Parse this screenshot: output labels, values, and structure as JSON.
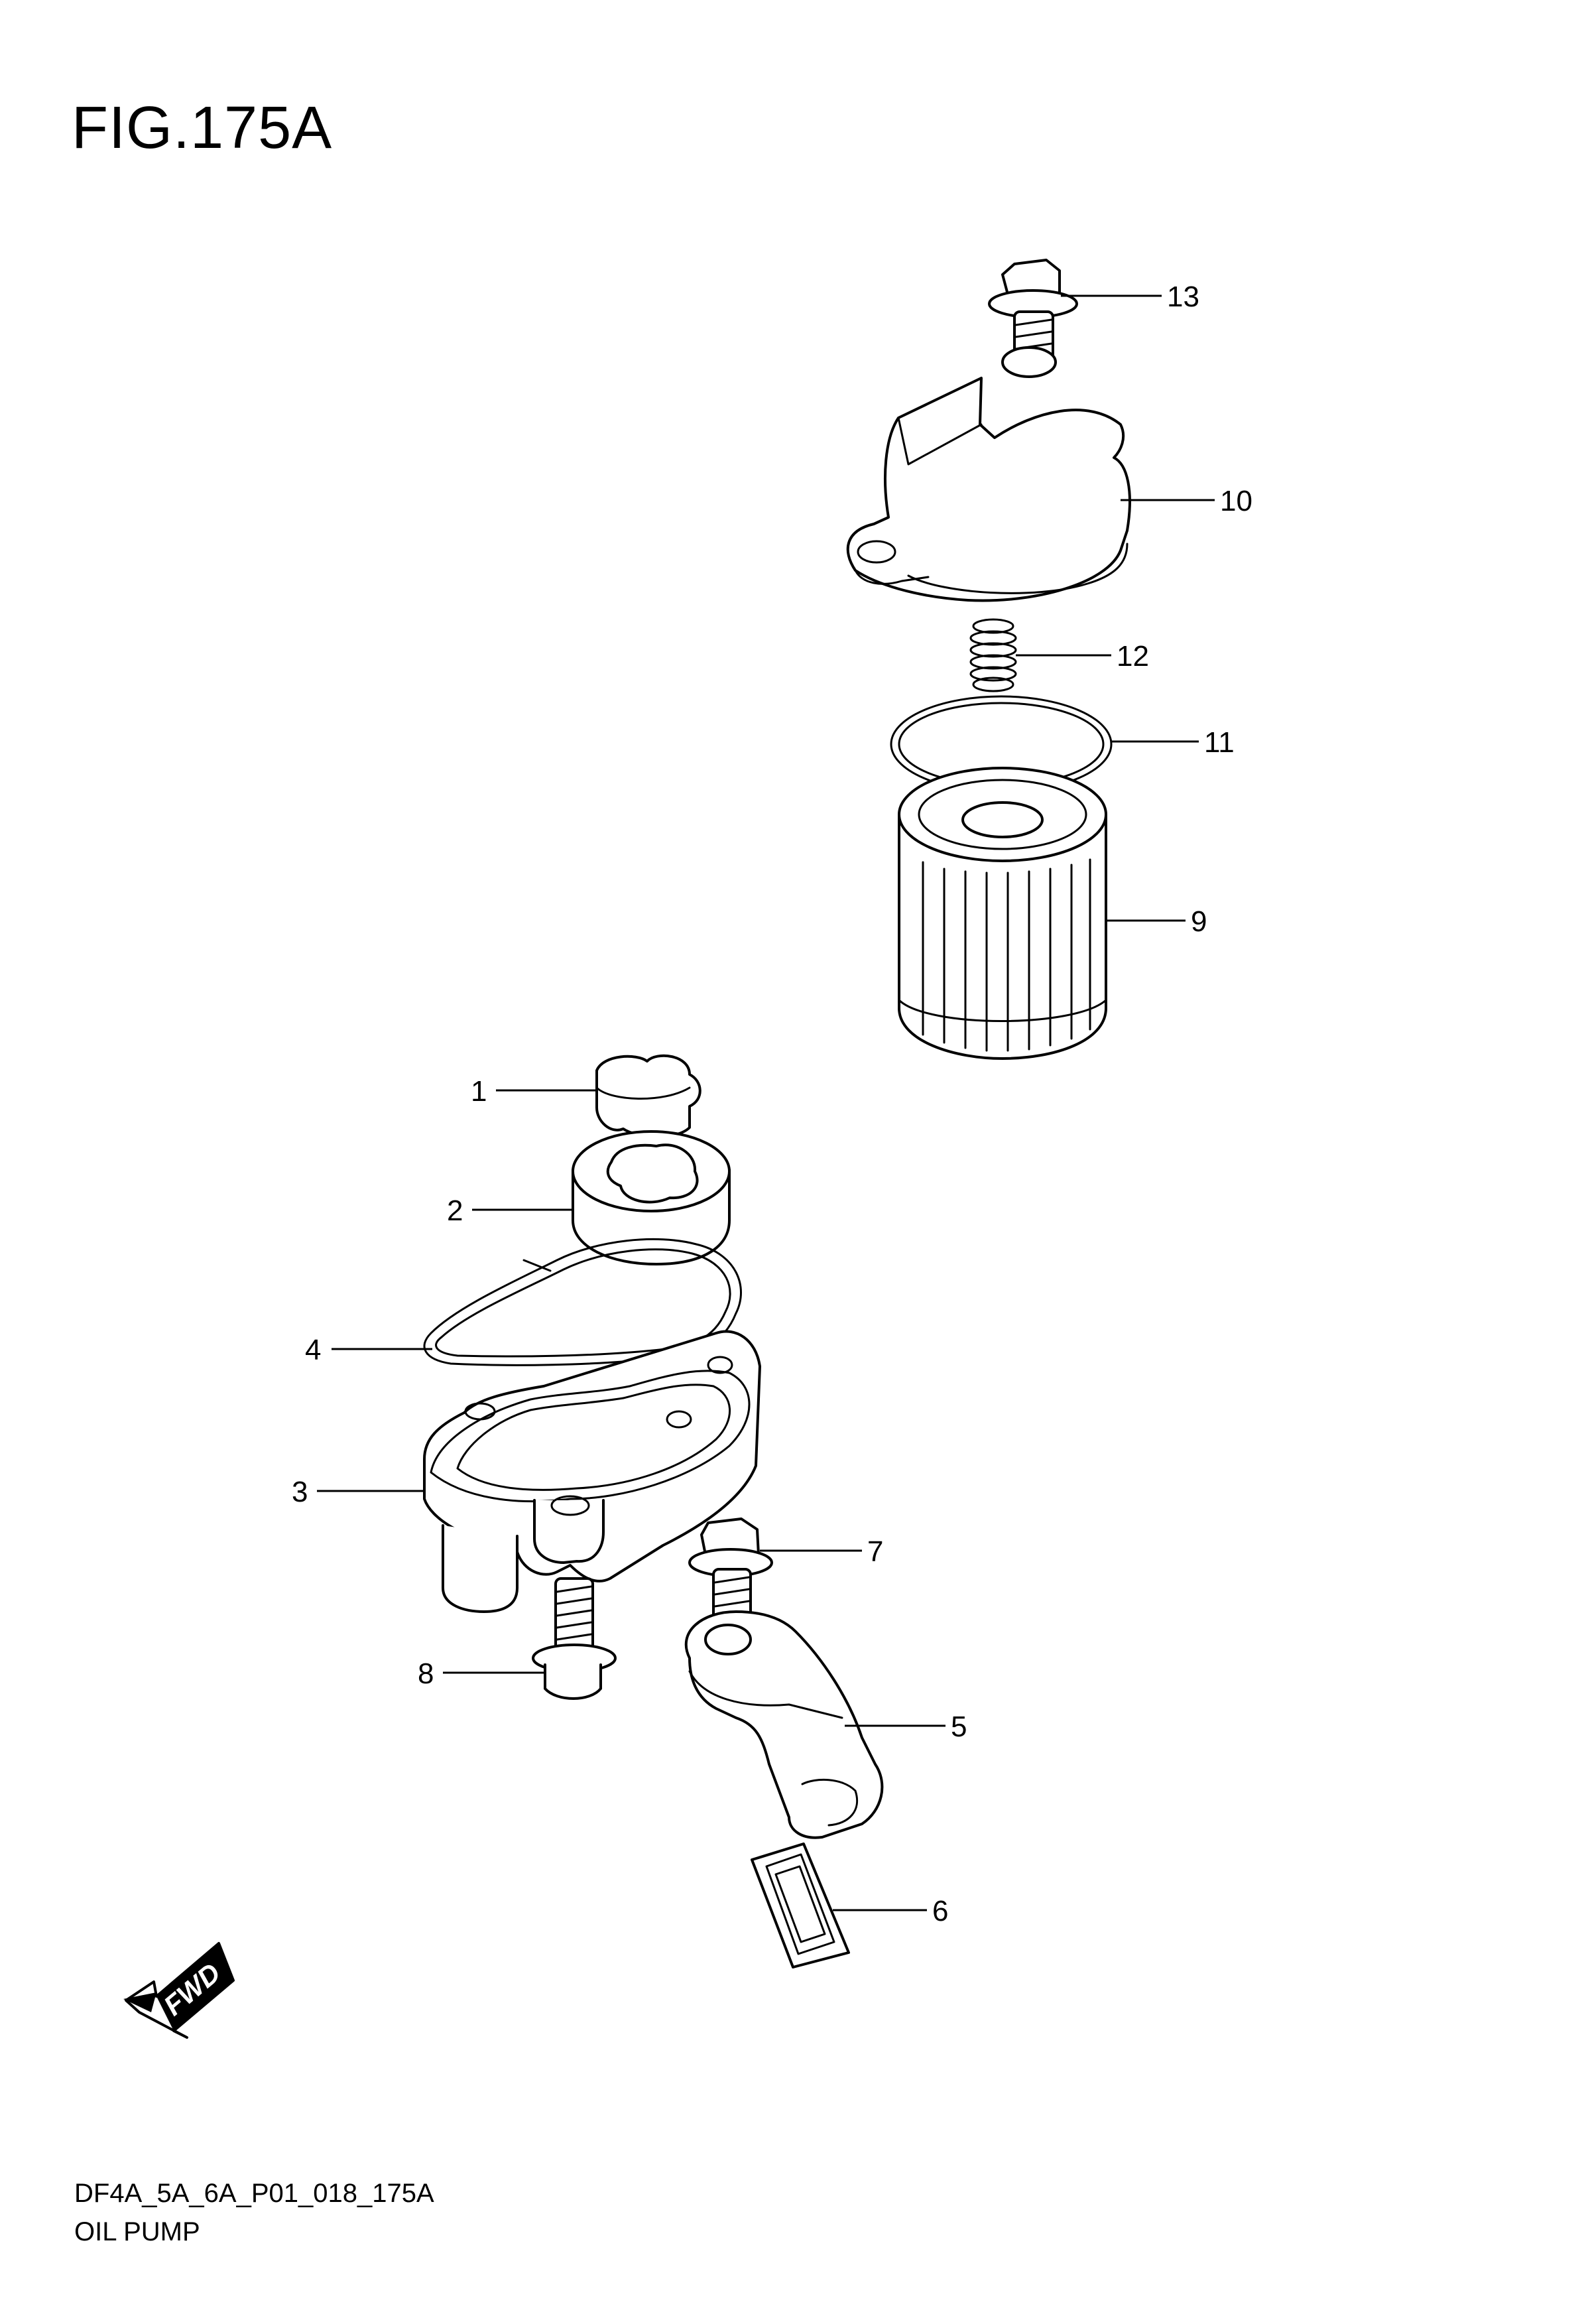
{
  "figure": {
    "title": "FIG.175A"
  },
  "callouts": [
    {
      "id": "13",
      "label": "13"
    },
    {
      "id": "10",
      "label": "10"
    },
    {
      "id": "12",
      "label": "12"
    },
    {
      "id": "11",
      "label": "11"
    },
    {
      "id": "9",
      "label": "9"
    },
    {
      "id": "1",
      "label": "1"
    },
    {
      "id": "2",
      "label": "2"
    },
    {
      "id": "4",
      "label": "4"
    },
    {
      "id": "3",
      "label": "3"
    },
    {
      "id": "7",
      "label": "7"
    },
    {
      "id": "8",
      "label": "8"
    },
    {
      "id": "5",
      "label": "5"
    },
    {
      "id": "6",
      "label": "6"
    }
  ],
  "direction_arrow": {
    "label": "FWD"
  },
  "footer": {
    "code": "DF4A_5A_6A_P01_018_175A",
    "name": "OIL PUMP"
  }
}
